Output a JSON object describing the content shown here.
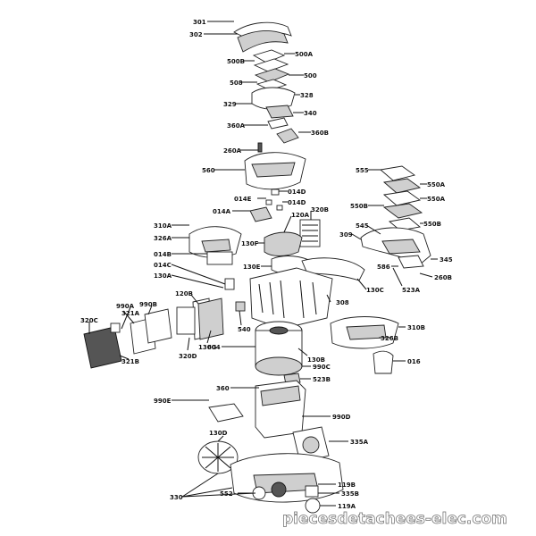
{
  "labels": {
    "l301": "301",
    "l302": "302",
    "l500A": "500A",
    "l500B": "500B",
    "l500": "500",
    "l508": "508",
    "l328": "328",
    "l329": "329",
    "l340": "340",
    "l360A": "360A",
    "l360B": "360B",
    "l260A": "260A",
    "l560": "560",
    "l555": "555",
    "l550A_1": "550A",
    "l550A_2": "550A",
    "l550B_1": "550B",
    "l550B_2": "550B",
    "l014D_1": "014D",
    "l014E": "014E",
    "l014D_2": "014D",
    "l014A": "014A",
    "l320B": "320B",
    "l120A": "120A",
    "l545": "545",
    "l309": "309",
    "l310A": "310A",
    "l326A": "326A",
    "l130F": "130F",
    "l345": "345",
    "l014B": "014B",
    "l014C": "014C",
    "l130E": "130E",
    "l586": "586",
    "l260B": "260B",
    "l130A": "130A",
    "l523A": "523A",
    "l130C": "130C",
    "l120B": "120B",
    "l308": "308",
    "l321A": "321A",
    "l990A": "990A",
    "l990B": "990B",
    "l320C": "320C",
    "l540": "540",
    "l310B": "310B",
    "l320D": "320D",
    "l130G": "130G",
    "l326B": "326B",
    "l321B": "321B",
    "l604": "604",
    "l130B": "130B",
    "l990C": "990C",
    "l016": "016",
    "l523B": "523B",
    "l360": "360",
    "l990E": "990E",
    "l990D": "990D",
    "l130D": "130D",
    "l335A": "335A",
    "l119B": "119B",
    "l330": "330",
    "l552": "552",
    "l335B": "335B",
    "l119A": "119A"
  },
  "watermark": "piecesdetachees-elec.com"
}
